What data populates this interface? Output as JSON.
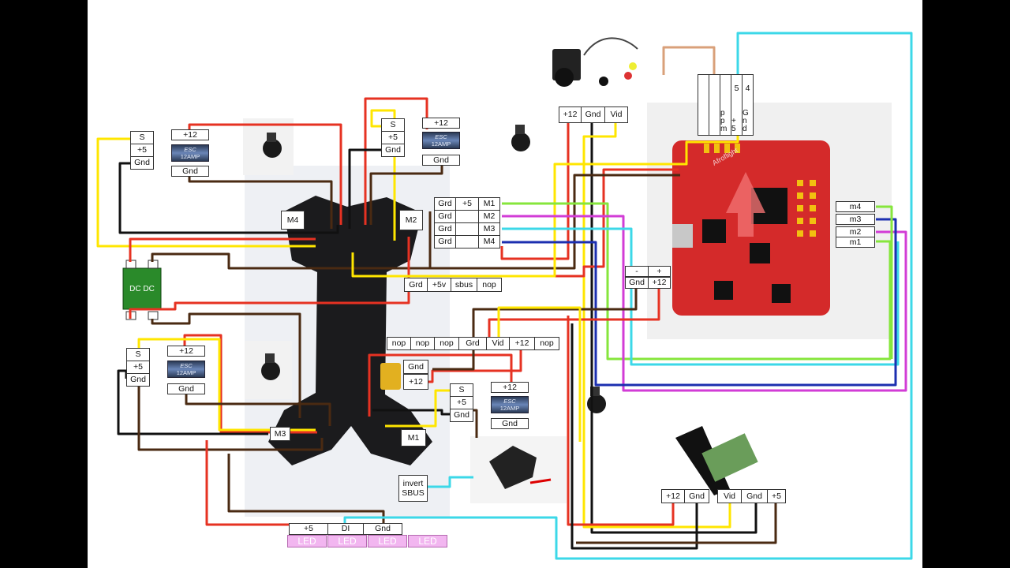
{
  "esc": {
    "top_left": {
      "s": "S",
      "v5": "+5",
      "gnd": "Gnd",
      "v12": "+12",
      "gnd_out": "Gnd",
      "brand": "ESC",
      "rating": "12AMP"
    },
    "top_mid": {
      "s": "S",
      "v5": "+5",
      "gnd": "Gnd",
      "v12": "+12",
      "gnd_out": "Gnd",
      "brand": "ESC",
      "rating": "12AMP"
    },
    "bottom_left": {
      "s": "S",
      "v5": "+5",
      "gnd": "Gnd",
      "v12": "+12",
      "gnd_out": "Gnd",
      "brand": "ESC",
      "rating": "12AMP"
    },
    "bottom_mid": {
      "s": "S",
      "v5": "+5",
      "gnd": "Gnd",
      "v12": "+12",
      "gnd_out": "Gnd",
      "brand": "ESC",
      "rating": "12AMP"
    }
  },
  "motors": {
    "m1": "M1",
    "m2": "M2",
    "m3": "M3",
    "m4": "M4"
  },
  "camera": {
    "v12": "+12",
    "gnd": "Gnd",
    "vid": "Vid"
  },
  "motor_table": {
    "rows": [
      {
        "a": "Grd",
        "b": "+5",
        "c": "M1"
      },
      {
        "a": "Grd",
        "b": "",
        "c": "M2"
      },
      {
        "a": "Grd",
        "b": "",
        "c": "M3"
      },
      {
        "a": "Grd",
        "b": "",
        "c": "M4"
      }
    ]
  },
  "fc_header": {
    "col5": "5",
    "col4": "4",
    "ppm": "p p m",
    "plus5": "+ 5",
    "gnd": "G n d"
  },
  "fc_right": {
    "m4": "m4",
    "m3": "m3",
    "m2": "m2",
    "m1": "m1"
  },
  "fc_power": {
    "minus": "-",
    "plus": "+",
    "gnd": "Gnd",
    "v12": "+12"
  },
  "rx_strip": {
    "grd": "Grd",
    "v5": "+5v",
    "sbus": "sbus",
    "nop": "nop"
  },
  "pdb_strip": {
    "c1": "nop",
    "c2": "nop",
    "c3": "nop",
    "c4": "Grd",
    "c5": "Vid",
    "c6": "+12",
    "c7": "nop"
  },
  "battery": {
    "gnd": "Gnd",
    "v12": "+12"
  },
  "invert": "invert SBUS",
  "vtx_power": {
    "v12": "+12",
    "gnd": "Gnd"
  },
  "vtx": {
    "vid": "Vid",
    "gnd": "Gnd",
    "v5": "+5"
  },
  "led_header": {
    "v5": "+5",
    "di": "DI",
    "gnd": "Gnd"
  },
  "leds": [
    "LED",
    "LED",
    "LED",
    "LED"
  ],
  "dcdc": "DC DC",
  "fc_brand": "Afroflight",
  "colors": {
    "red": "#e63222",
    "black": "#111111",
    "brown": "#4a2a12",
    "yellow": "#ffe600",
    "cyan": "#3cd8e8",
    "green": "#86e63c",
    "magenta": "#d23cd6",
    "blue": "#1c2fb0",
    "tan": "#d9a07a"
  }
}
